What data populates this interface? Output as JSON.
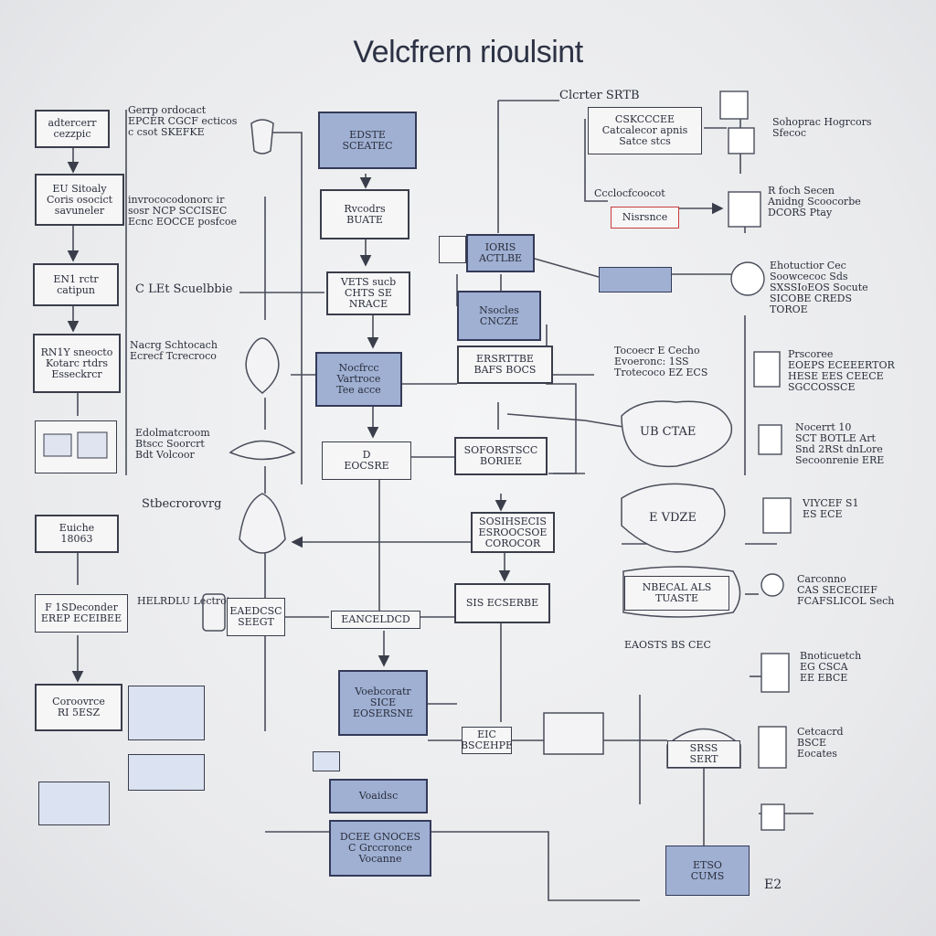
{
  "diagram": {
    "title": "Velcfrern rioulsint",
    "corner_mark": "E2",
    "left_column": [
      {
        "id": "l1",
        "text": "adtercerr\ncezzpic"
      },
      {
        "id": "l2",
        "text": "EU Sitoaly\nCoris osocict\nsavuneler"
      },
      {
        "id": "l3",
        "text": "EN1 rctr\ncatipun"
      },
      {
        "id": "l4",
        "text": "RN1Y sneocto\nKotarc rtdrs\nEsseckrcr"
      },
      {
        "id": "l5",
        "text": "Euiche\n18063"
      },
      {
        "id": "l6",
        "text": "F 1SDeconder\nEREP ECEIBEE"
      },
      {
        "id": "l7",
        "text": "Coroovrce\nRI 5ESZ"
      }
    ],
    "left_notes": [
      {
        "id": "n1",
        "text": "Gerrp ordocact\nEPCER CGCF ecticos\nc csot SKEFKE"
      },
      {
        "id": "n2",
        "text": "invrococodonorc ir\nsosr NCP SCCISEC\nEcnc EOCCE posfcoe"
      },
      {
        "id": "n3",
        "text": "C LEt Scuelbbie"
      },
      {
        "id": "n4",
        "text": "Nacrg Schtocach\nEcrecf Tcrecroco"
      },
      {
        "id": "n5",
        "text": "Edolmatcroom\nBtscc Soorcrt\nBdt Volcoor"
      },
      {
        "id": "n6",
        "text": "Stbecrorovrg"
      },
      {
        "id": "n7",
        "text": "HELRDLU Lectrots"
      }
    ],
    "center_nodes": [
      {
        "id": "c1",
        "text": "EDSTE\nSCEATEC",
        "style": "fill"
      },
      {
        "id": "c2",
        "text": "Rvcodrs\nBUATE",
        "style": "plain"
      },
      {
        "id": "c3",
        "text": "VETS sucb\nCHTS SE\nNRACE",
        "style": "plain"
      },
      {
        "id": "c4",
        "text": "Nocfrcc\nVartroce\nTee acce",
        "style": "fill"
      },
      {
        "id": "c5",
        "text": "D\nEOCSRE",
        "style": "plain"
      },
      {
        "id": "c6",
        "text": "EAEDCSC\nSEEGT",
        "style": "plain"
      },
      {
        "id": "c7",
        "text": "EANCELDCD",
        "style": "plain"
      },
      {
        "id": "c8",
        "text": "Voebcoratr\nSICE\nEOSERSNE",
        "style": "fill"
      },
      {
        "id": "c9",
        "text": "EIC\nBSCEHPE",
        "style": "plain"
      },
      {
        "id": "c10",
        "text": "Voaidsc",
        "style": "fill"
      },
      {
        "id": "c11",
        "text": "DCEE GNOCES\nC Grccronce\nVocanne",
        "style": "fill"
      }
    ],
    "mid_nodes": [
      {
        "id": "m1",
        "text": "IORIS\nACTLBE",
        "style": "fill"
      },
      {
        "id": "m2",
        "text": "Nsocles\nCNCZE",
        "style": "fill"
      },
      {
        "id": "m3",
        "text": "ERSRTTBE\nBAFS BOCS",
        "style": "plain"
      },
      {
        "id": "m4",
        "text": "SOFORSTSCC\nBORIEE",
        "style": "plain"
      },
      {
        "id": "m5",
        "text": "SOSIHSECIS\nESROOCSOE\nCOROCOR",
        "style": "plain"
      },
      {
        "id": "m6",
        "text": "SIS ECSERBE",
        "style": "plain"
      },
      {
        "id": "m7",
        "text": "SRSS\nSERT",
        "style": "plain"
      }
    ],
    "right_nodes": [
      {
        "id": "r1",
        "text": "CSKCCCEE\nCatcalecor apnis\nSatce stcs",
        "style": "plain"
      },
      {
        "id": "r2",
        "text": "Nisrsnce",
        "style": "red"
      },
      {
        "id": "r3",
        "text": "NBECAL ALS\nTUASTE",
        "style": "plain"
      },
      {
        "id": "r4",
        "text": "ETSO\nCUMS",
        "style": "plain"
      }
    ],
    "right_notes": [
      {
        "id": "t1",
        "text": "Clcrter SRTB"
      },
      {
        "id": "t2",
        "text": "Ccclocfcoocot"
      },
      {
        "id": "t3",
        "text": "Sohoprac Hogrcors\nSfecoc"
      },
      {
        "id": "t4",
        "text": "R foch Secen\nAnidng Scoocorbe\nDCORS Ptay"
      },
      {
        "id": "t5",
        "text": "Ehotuctior Cec\nSoowcecoc Sds\nSXSSIoEOS Socute\nSICOBE CREDS\nTOROE"
      },
      {
        "id": "t6",
        "text": "Tocoecr E Cecho\nEvoeronc: 1SS\nTrotecoco EZ ECS"
      },
      {
        "id": "t7",
        "text": "Prscoree\nEOEPS ECEEERTOR\nHESE EES CEECE\nSGCCOSSCE"
      },
      {
        "id": "t8",
        "text": "Nocerrt 10\nSCT BOTLE Art\nSnd 2RSt dnLore\nSecoonrenie ERE"
      },
      {
        "id": "t9",
        "text": "UB     CTAE"
      },
      {
        "id": "t10",
        "text": "E VDZE"
      },
      {
        "id": "t11",
        "text": "VIYCEF S1\nES    ECE"
      },
      {
        "id": "t12",
        "text": "Carconno\nCAS SECECIEF\nFCAFSLICOL Sech"
      },
      {
        "id": "t13",
        "text": "EAOSTS BS CEC"
      },
      {
        "id": "t14",
        "text": "Bnoticuetch\nEG    CSCA\nEE   EBCE"
      },
      {
        "id": "t15",
        "text": "Cetcacrd\nBSCE\nEocates"
      }
    ]
  }
}
